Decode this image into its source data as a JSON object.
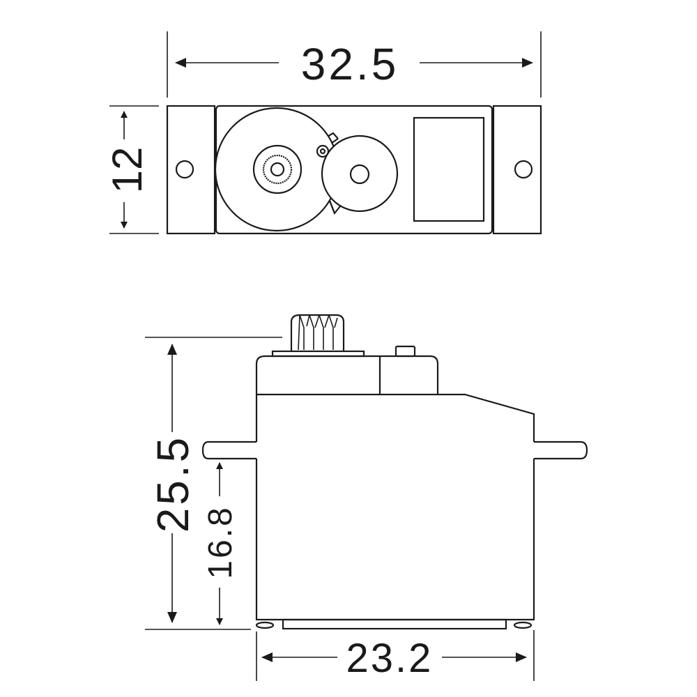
{
  "diagram": {
    "subject": "servo dimensional drawing",
    "color": "#1a1a1a",
    "top_view": {
      "width_label": "32.5",
      "height_label": "12"
    },
    "side_view": {
      "total_height_label": "25.5",
      "mount_height_label": "16.8",
      "body_width_label": "23.2"
    }
  }
}
